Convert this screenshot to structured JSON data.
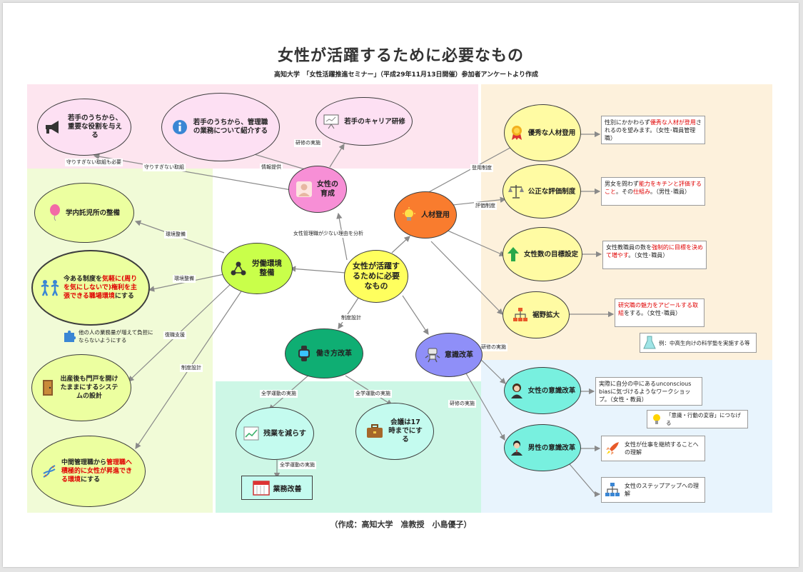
{
  "title": "女性が活躍するために必要なもの",
  "subtitle": "高知大学　「女性活躍推進セミナー」（平成29年11月13日開催）参加者アンケートより作成",
  "footer": "（作成：高知大学　准教授　小島優子）",
  "colors": {
    "region_pink": "#fde5ef",
    "region_green": "#f1fbd7",
    "region_orange": "#fdf1dc",
    "region_blue": "#e8f4fd",
    "region_mint": "#cdf7e6",
    "node_center": "#ffff5e",
    "node_pink": "#f78fd6",
    "node_orange": "#f97c2e",
    "node_lime": "#c9ff4a",
    "node_green": "#0fae73",
    "node_purple": "#8f8ff8",
    "node_light_yellow": "#fffba3",
    "node_light_lime": "#ecffa0",
    "node_cyan": "#78f0df",
    "node_light_cyan": "#c4fbef",
    "node_light_pink": "#fde0f3"
  },
  "nodes": {
    "center": "女性が活躍するために必要なもの",
    "ikusei": "女性の育成",
    "jinzai": "人材登用",
    "roudou": "労働環境整備",
    "hatarakikata": "働き方改革",
    "ishiki": "意識改革",
    "wakate_yakuwari": "若手のうちから、重要な役割を与える",
    "wakate_kanrishoku": "若手のうちから、管理職の業務について紹介する",
    "wakate_career": "若手のキャリア研修",
    "yushu": "優秀な人材登用",
    "kosei": "公正な評価制度",
    "josei_mokuhyo": "女性数の目標設定",
    "shiya": "裾野拡大",
    "takujisho": "学内託児所の整備",
    "kenri": "今ある制度を気軽に(周りを気にしないで)権利を主張できる職場環境にする",
    "shussan": "出産後も門戸を開けたままにするシステムの設計",
    "chukan": "中間管理職から管理職へ積極的に女性が昇進できる環境にする",
    "zangyo": "残業を減らす",
    "kaigi": "会議は17時までにする",
    "gyomu": "業務改善",
    "josei_ishiki": "女性の意識改革",
    "dansei_ishiki": "男性の意識改革"
  },
  "labels": {
    "mamori1": "守りすぎない取組も必要",
    "mamori2": "守りすぎない取組",
    "joho": "情報提供",
    "kenshu1": "研修の実施",
    "riyu": "女性管理職が少ない理由を分析",
    "toyo": "登用制度",
    "hyoka": "評価制度",
    "kankyo1": "環境整備",
    "kankyo2": "環境整備",
    "fukushoku": "復職支援",
    "seido1": "制度設計",
    "seido2": "制度設計",
    "kenshu2": "研修の実施",
    "kenshu3": "研修の実施",
    "zengaku1": "全学運動の実施",
    "zengaku2": "全学運動の実施",
    "zengaku3": "全学運動の実施"
  },
  "boxes": {
    "yushu_a": "性別にかかわらず",
    "yushu_b": "優秀な人材が登用",
    "yushu_c": "されるのを望みます。（女性･職員管理職）",
    "kosei_a": "男女を問わず",
    "kosei_b": "能力をキチンと評価すること",
    "kosei_c": "。その",
    "kosei_d": "仕組み",
    "kosei_e": "。（男性･職員）",
    "mokuhyo_a": "女性教職員の数を",
    "mokuhyo_b": "強制的に目標を決めて増やす",
    "mokuhyo_c": "。（女性･職員）",
    "shiya_a": "研究職の魅力をアピールする取組",
    "shiya_b": "をする。（女性･職員）",
    "josei_box": "実際に自分の中にあるunconscious biasに気づけるようなワークショップ。（女性・教員）",
    "dansei_box1": "女性が仕事を継続することへの理解",
    "dansei_box2": "女性のステップアップへの理解"
  },
  "notes": {
    "kagaku": "例：中高生向けの科学塾を実施する等",
    "ishiki_kodo": "「意識・行動の変容」につなげる",
    "hoka": "他の人の業務量が増えて負担にならないようにする",
    "kenri_a": "今ある制度を",
    "kenri_b": "気軽に(周りを気にしないで)権利を主張",
    "kenri_c": "できる職場環境",
    "kenri_d": "にする",
    "chukan_a": "中間管理職から",
    "chukan_b": "管理職へ積極的に女性が昇進できる環境",
    "chukan_c": "にする"
  },
  "icons": [
    "megaphone-icon",
    "info-icon",
    "presentation-icon",
    "person-icon",
    "lightbulb-icon",
    "network-icon",
    "smartwatch-icon",
    "robot-icon",
    "award-icon",
    "scales-icon",
    "up-arrow-icon",
    "org-chart-icon",
    "flask-icon",
    "balloon-icon",
    "people-icon",
    "puzzle-icon",
    "door-icon",
    "dna-icon",
    "chart-icon",
    "briefcase-icon",
    "calendar-icon",
    "woman-icon",
    "man-icon",
    "rocket-icon"
  ]
}
